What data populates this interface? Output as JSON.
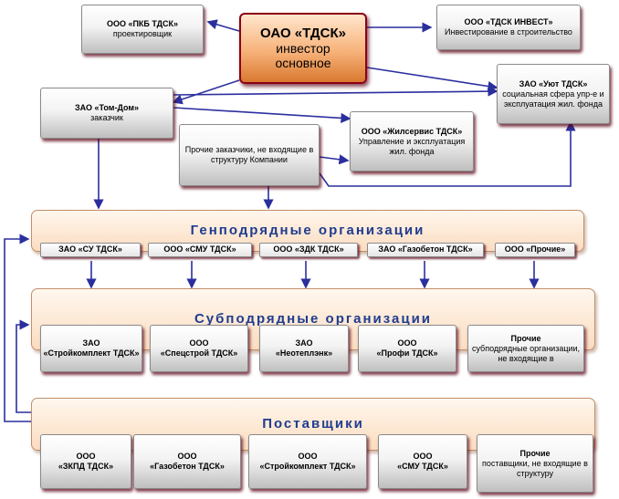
{
  "nodes": {
    "tdsk": {
      "line1": "ОАО «ТДСК»",
      "line2": "инвестор",
      "line3": "основное"
    },
    "pkb": {
      "line1": "ООО «ПКБ ТДСК»",
      "line2": "проектировщик"
    },
    "invest": {
      "line1": "ООО «ТДСК ИНВЕСТ»",
      "line2": "Инвестирование в строительство"
    },
    "uyut": {
      "line1": "ЗАО «Уют ТДСК»",
      "line2": "социальная сфера упр-е и эксплуатация жил. фонда"
    },
    "tomdom": {
      "line1": "ЗАО «Том-Дом»",
      "line2": "заказчик"
    },
    "zhilservis": {
      "line1": "ООО «Жилсервис ТДСК»",
      "line2": "Управление и эксплуатация жил. фонда"
    },
    "other_customers": {
      "line1": "Прочие заказчики, не входящие в структуру Компании"
    }
  },
  "bands": {
    "general": {
      "title": "Генподрядные организации",
      "items": [
        "ЗАО «СУ ТДСК»",
        "ООО «СМУ ТДСК»",
        "ООО «ЗДК ТДСК»",
        "ЗАО «Газобетон ТДСК»",
        "ООО «Прочие»"
      ]
    },
    "sub": {
      "title": "Субподрядные организации",
      "items": [
        {
          "line1": "ЗАО",
          "line2": "«Стройкомплект ТДСК»"
        },
        {
          "line1": "ООО",
          "line2": "«Спецстрой ТДСК»"
        },
        {
          "line1": "ЗАО",
          "line2": "«Неотеплэнк»"
        },
        {
          "line1": "ООО",
          "line2": "«Профи ТДСК»"
        },
        {
          "line1": "Прочие",
          "line2": "субподрядные организации, не входящие в"
        }
      ]
    },
    "suppliers": {
      "title": "Поставщики",
      "items": [
        {
          "line1": "ООО",
          "line2": "«ЗКПД ТДСК»"
        },
        {
          "line1": "ООО",
          "line2": "«Газобетон ТДСК»"
        },
        {
          "line1": "ООО",
          "line2": "«Стройкомплект ТДСК»"
        },
        {
          "line1": "ООО",
          "line2": "«СМУ ТДСК»"
        },
        {
          "line1": "Прочие",
          "line2": "поставщики, не входящие в структуру"
        }
      ]
    }
  },
  "colors": {
    "arrow": "#2b2f9e",
    "title_text": "#1f3c8f",
    "shadow": "#5a0014",
    "accent_border": "#8b0016"
  }
}
